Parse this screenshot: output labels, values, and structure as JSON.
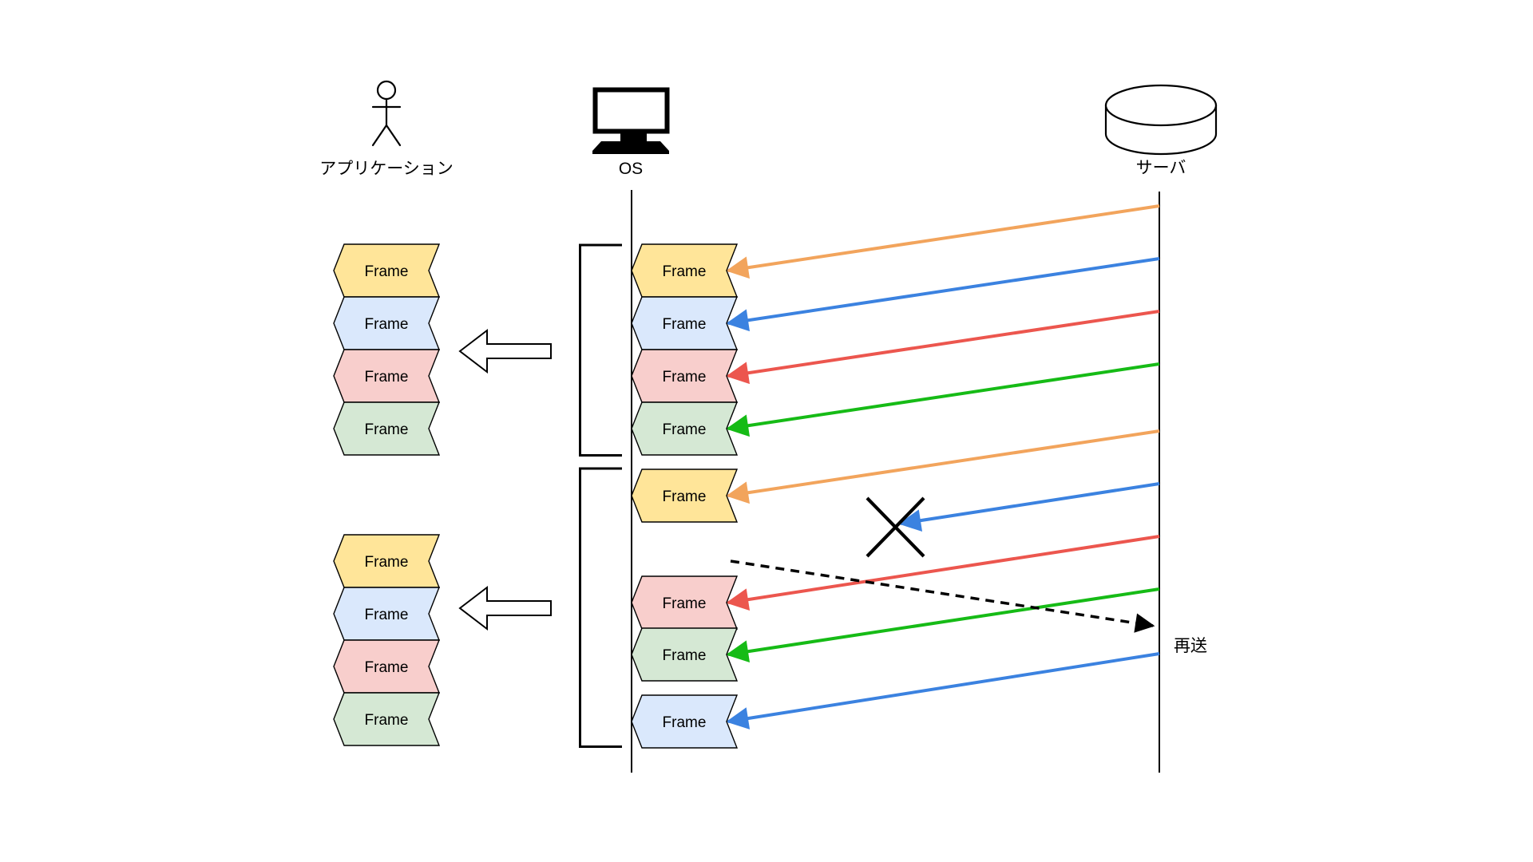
{
  "actors": [
    {
      "id": "application",
      "label": "アプリケーション"
    },
    {
      "id": "os",
      "label": "OS"
    },
    {
      "id": "server",
      "label": "サーバ"
    }
  ],
  "frame_label": "Frame",
  "retransmit_label": "再送",
  "colors": {
    "fills": {
      "yellow": "#FFE599",
      "blue": "#DAE8FC",
      "red": "#F8CECC",
      "green": "#D5E8D4"
    },
    "frame_border": "#000000",
    "arrows": {
      "orange": "#F2A45C",
      "blue": "#3B82E0",
      "red": "#EC564E",
      "green": "#16BB16"
    },
    "lost_mark": "#000000",
    "retransmit_arrow": "#000000"
  },
  "left_stacks": [
    {
      "frames": [
        "yellow",
        "blue",
        "red",
        "green"
      ]
    },
    {
      "frames": [
        "yellow",
        "blue",
        "red",
        "green"
      ]
    }
  ],
  "os_groups": [
    {
      "frames": [
        "yellow",
        "blue",
        "red",
        "green"
      ]
    },
    {
      "frames": [
        "yellow",
        "red",
        "green",
        "blue"
      ]
    }
  ],
  "messages": [
    {
      "color": "orange",
      "lost": false
    },
    {
      "color": "blue",
      "lost": false
    },
    {
      "color": "red",
      "lost": false
    },
    {
      "color": "green",
      "lost": false
    },
    {
      "color": "orange",
      "lost": false
    },
    {
      "color": "blue",
      "lost": true
    },
    {
      "color": "red",
      "lost": false
    },
    {
      "color": "green",
      "lost": false
    },
    {
      "color": "blue",
      "lost": false
    }
  ]
}
